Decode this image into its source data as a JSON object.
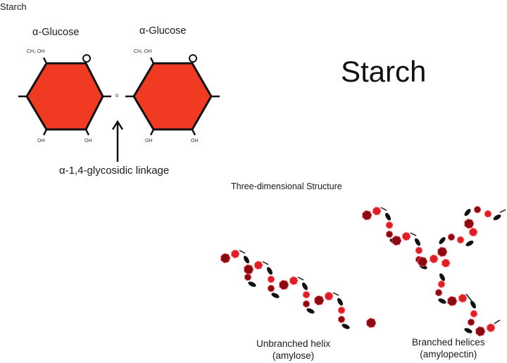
{
  "corner_title": "Starch",
  "main_title": "Starch",
  "glucose_units": [
    {
      "label": "α-Glucose",
      "top_group": "CH₂ OH",
      "bottom_left": "OH",
      "bottom_right": "OH"
    },
    {
      "label": "α-Glucose",
      "top_group": "CH₂ OH",
      "bottom_left": "OH",
      "bottom_right": "OH"
    }
  ],
  "bridge_atom": "o",
  "linkage_label": "α-1,4-glycosidic linkage",
  "three_d_label": "Three-dimensional Structure",
  "amylose": {
    "line1": "Unbranched helix",
    "line2": "(amylose)"
  },
  "amylopectin": {
    "line1": "Branched helices",
    "line2": "(amylopectin)"
  },
  "colors": {
    "hexagon_fill": "#f03a22",
    "bead_bright": "#e01e28",
    "bead_dark": "#8a0a14",
    "outline": "#111111"
  }
}
